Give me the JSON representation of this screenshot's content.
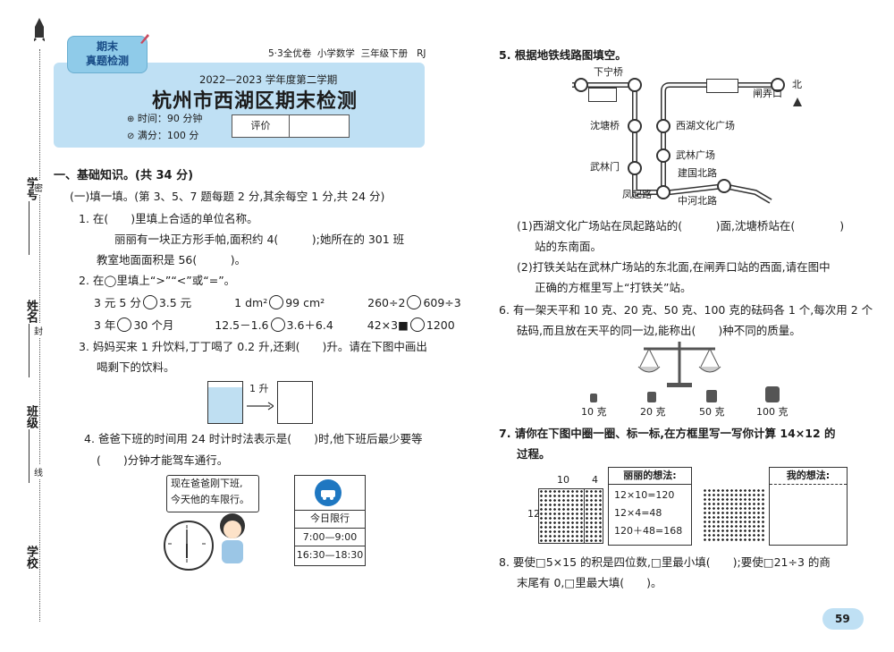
{
  "header": {
    "badge": "期末\n真题检测",
    "meta": [
      "5·3全优卷",
      "小学数学",
      "三年级下册",
      "RJ"
    ],
    "year": "2022—2023 学年度第二学期",
    "title": "杭州市西湖区期末检测",
    "time": "时间：90 分钟",
    "score": "满分：100 分",
    "eval_label": "评价"
  },
  "side": {
    "labels": [
      "学号",
      "姓名",
      "班级",
      "学校"
    ],
    "seal": [
      "密",
      "封",
      "线"
    ]
  },
  "left": {
    "section1": "一、基础知识。(共 34 分)",
    "sub1": "(一)填一填。(第 3、5、7 题每题 2 分,其余每空 1 分,共 24 分)",
    "q1": "1. 在(　　)里填上合适的单位名称。",
    "q1a": "丽丽有一块正方形手帕,面积约 4(　　　);她所在的 301 班",
    "q1b": "教室地面面积是 56(　　　)。",
    "q2": "2. 在◯里填上“>”“<”或“=”。",
    "q2r1": [
      "3 元 5 分",
      "3.5 元",
      "1 dm²",
      "99 cm²",
      "260÷2",
      "609÷3"
    ],
    "q2r2": [
      "3 年",
      "30 个月",
      "12.5－1.6",
      "3.6＋6.4",
      "42×3■",
      "1200"
    ],
    "q3a": "3. 妈妈买来 1 升饮料,丁丁喝了 0.2 升,还剩(　　)升。请在下图中画出",
    "q3b": "喝剩下的饮料。",
    "q3_label": "1 升",
    "q4a": "4. 爸爸下班的时间用 24 时计时法表示是(　　)时,他下班后最少要等",
    "q4b": "(　　)分钟才能驾车通行。",
    "bubble": [
      "现在爸爸刚下班,",
      "今天他的车限行。"
    ],
    "limit_title": "今日限行",
    "limit_times": [
      "7:00—9:00",
      "16:30—18:30"
    ]
  },
  "right": {
    "q5": "5. 根据地铁线路图填空。",
    "stations": [
      "下宁桥",
      "沈塘桥",
      "西湖文化广场",
      "武林广场",
      "武林门",
      "建国北路",
      "凤起路",
      "中河北路",
      "闸弄口"
    ],
    "north": "北",
    "q5_1a": "(1)西湖文化广场站在凤起路站的(　　　)面,沈塘桥站在(　　　　)",
    "q5_1b": "站的东南面。",
    "q5_2a": "(2)打铁关站在武林广场站的东北面,在闸弄口站的西面,请在图中",
    "q5_2b": "正确的方框里写上“打铁关”站。",
    "q6a": "6. 有一架天平和 10 克、20 克、50 克、100 克的砝码各 1 个,每次用 2 个",
    "q6b": "砝码,而且放在天平的同一边,能称出(　　)种不同的质量。",
    "weights": [
      "10 克",
      "20 克",
      "50 克",
      "100 克"
    ],
    "q7a": "7. 请你在下图中圈一圈、标一标,在方框里写一写你计算 14×12 的",
    "q7b": "过程。",
    "grid_top": [
      "10",
      "4"
    ],
    "grid_side": "12",
    "lili_title": "丽丽的想法:",
    "lili_steps": [
      "12×10=120",
      "12×4=48",
      "120＋48=168"
    ],
    "my_title": "我的想法:",
    "q8a": "8. 要使□5×15 的积是四位数,□里最小填(　　);要使□21÷3 的商",
    "q8b": "末尾有 0,□里最大填(　　)。",
    "page_num": "59"
  }
}
